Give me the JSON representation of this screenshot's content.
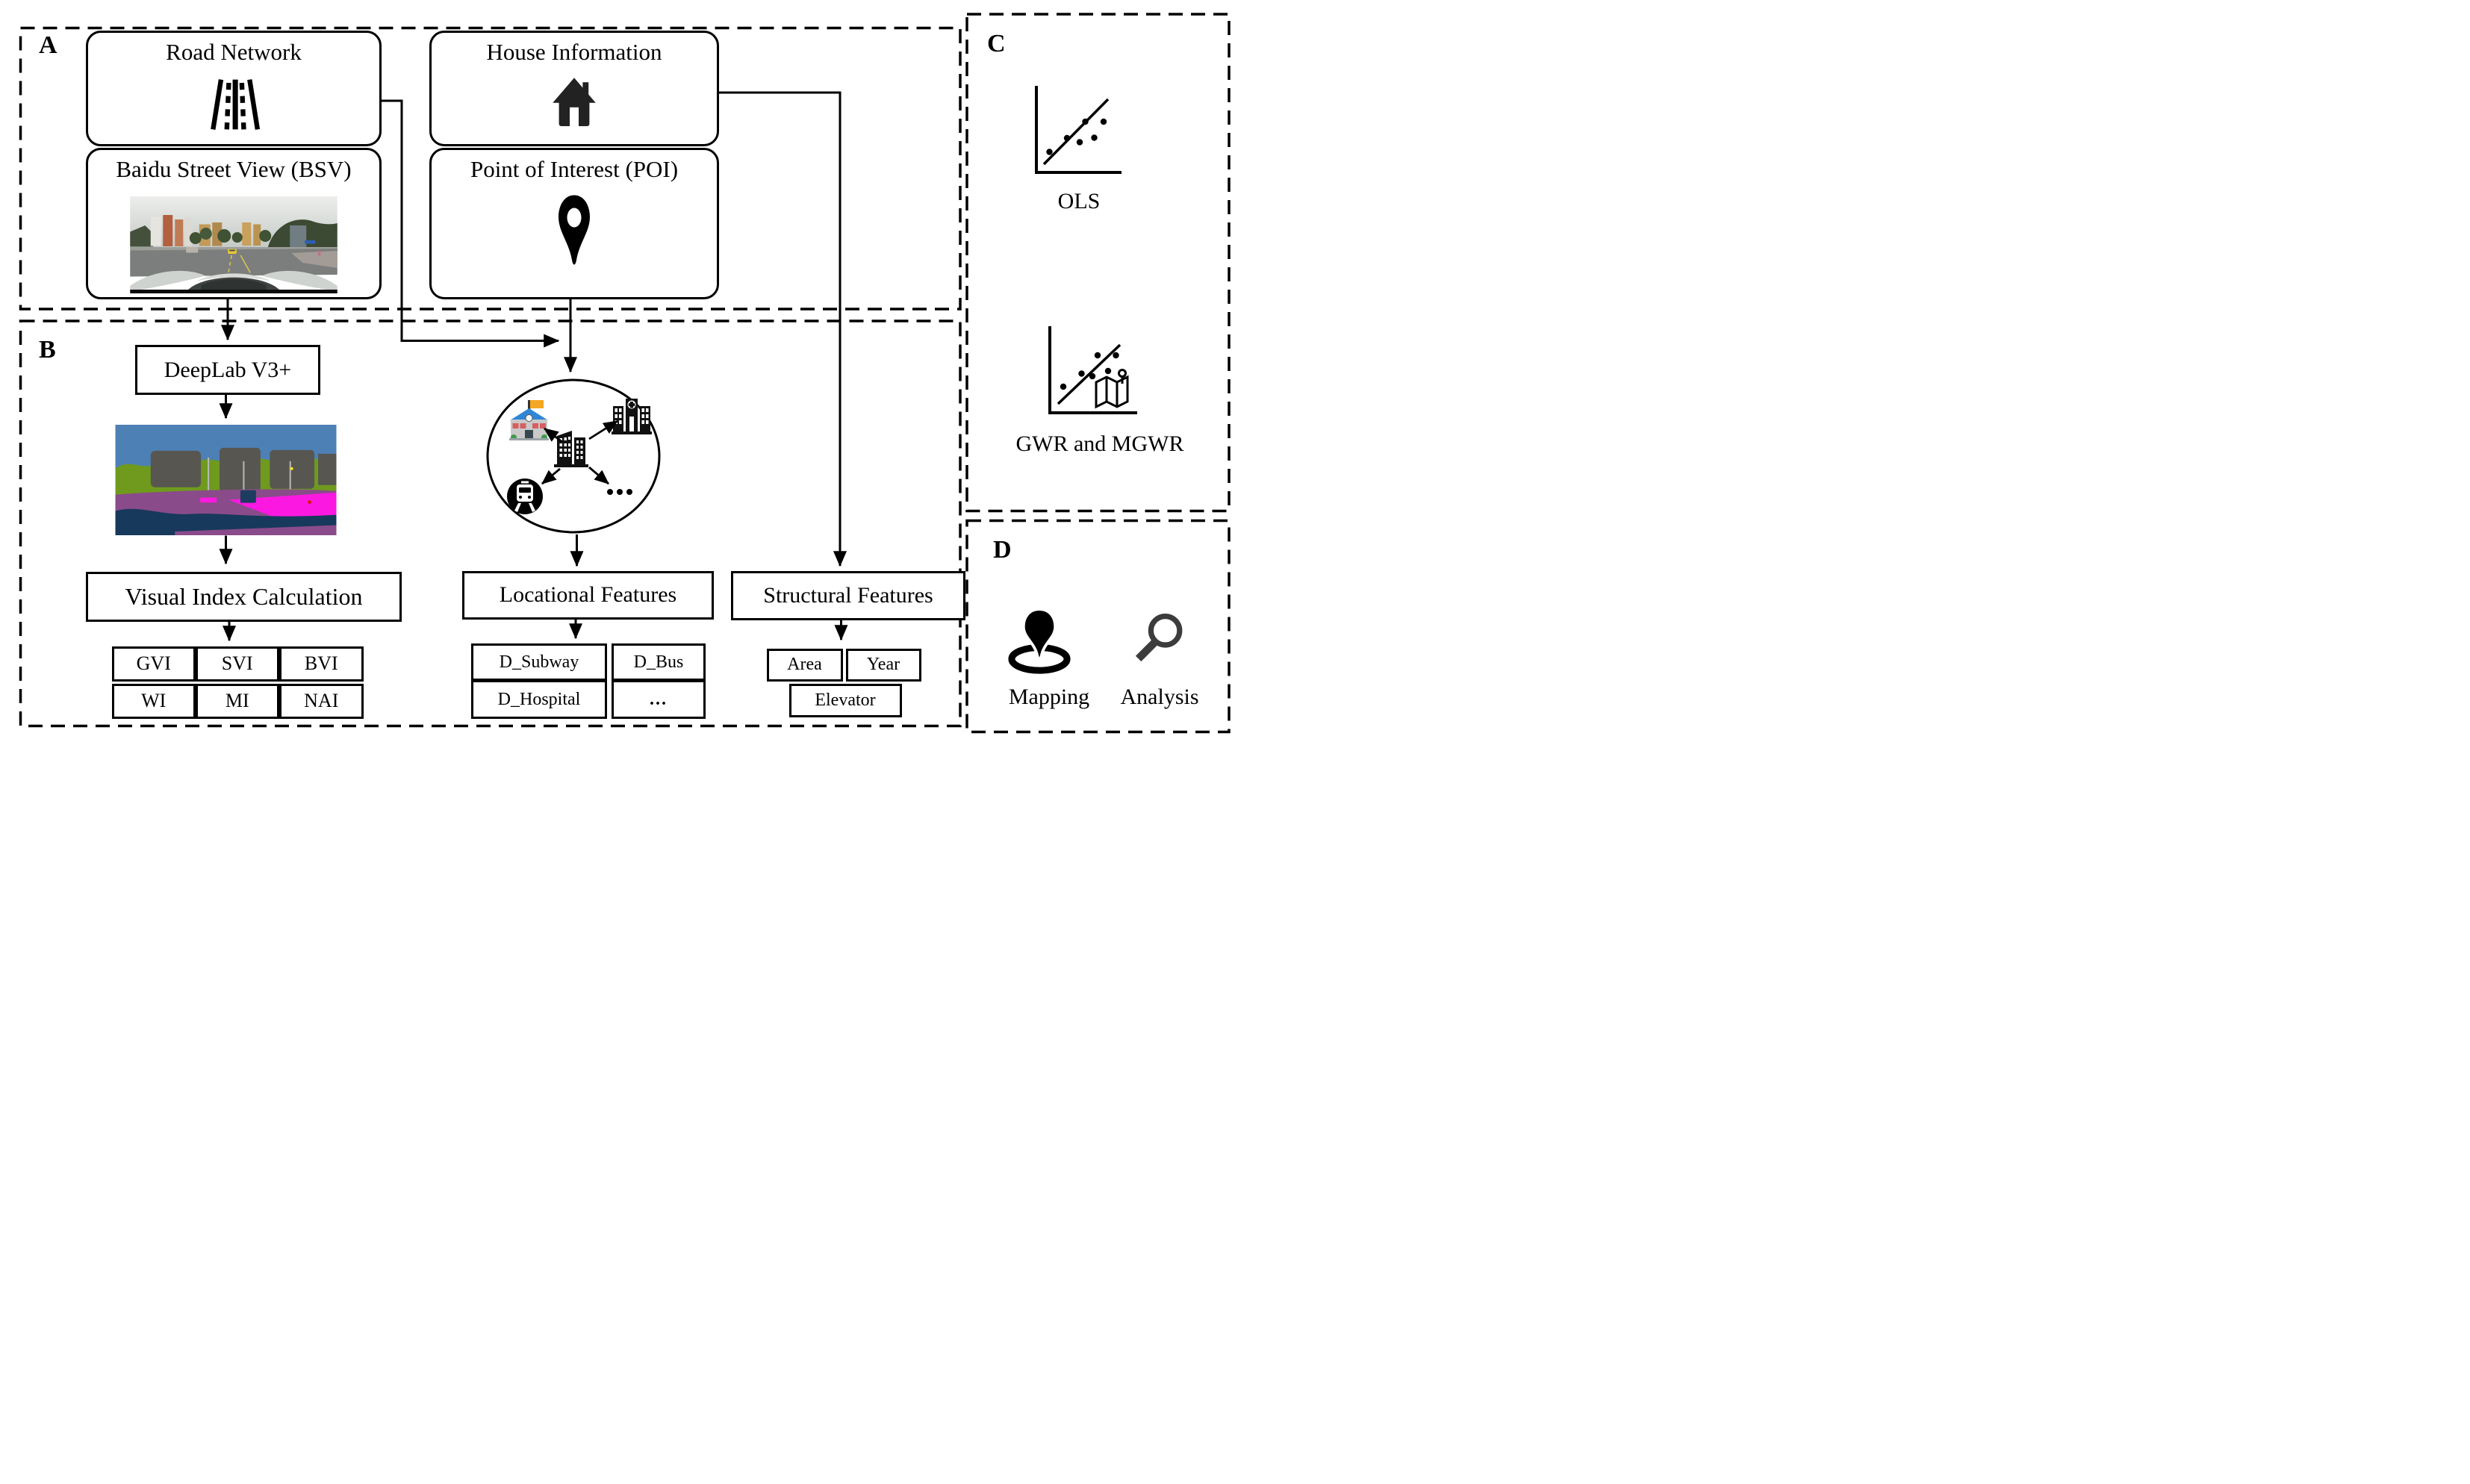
{
  "panels": {
    "a": {
      "label": "A"
    },
    "b": {
      "label": "B"
    },
    "c": {
      "label": "C"
    },
    "d": {
      "label": "D"
    }
  },
  "panel_a": {
    "road_network": {
      "title": "Road Network",
      "icon": "road-icon"
    },
    "house_information": {
      "title": "House Information",
      "icon": "house-icon"
    },
    "bsv": {
      "title": "Baidu Street View (BSV)",
      "icon": "street-view-panorama"
    },
    "poi": {
      "title": "Point of Interest (POI)",
      "icon": "map-pin-icon"
    }
  },
  "panel_b": {
    "deeplab": {
      "title": "DeepLab V3+"
    },
    "segmentation": {
      "icon": "segmentation-image"
    },
    "visual_index": {
      "title": "Visual Index Calculation"
    },
    "indices": [
      "GVI",
      "SVI",
      "BVI",
      "WI",
      "MI",
      "NAI"
    ],
    "poi_circle": {
      "ellipsis": "...",
      "icons": [
        "school-icon",
        "hospital-icon",
        "buildings-icon",
        "train-icon",
        "ellipsis-dots"
      ]
    },
    "locational": {
      "title": "Locational Features",
      "items": [
        "D_Subway",
        "D_Bus",
        "D_Hospital",
        "..."
      ]
    },
    "structural": {
      "title": "Structural Features",
      "items": [
        "Area",
        "Year",
        "Elevator"
      ]
    }
  },
  "panel_c": {
    "ols": {
      "label": "OLS",
      "dots": [
        [
          25.5,
          95.5
        ],
        [
          49,
          77
        ],
        [
          66,
          82.5
        ],
        [
          73.5,
          55
        ],
        [
          85.5,
          76.5
        ],
        [
          98,
          55
        ]
      ],
      "line": [
        18,
        112,
        104,
        25
      ]
    },
    "gwr": {
      "label": "GWR and MGWR",
      "dots": [
        [
          24,
          88
        ],
        [
          48.5,
          70.5
        ],
        [
          63,
          74
        ],
        [
          70,
          46
        ],
        [
          84,
          67
        ],
        [
          94.5,
          46
        ]
      ],
      "line": [
        17,
        111,
        100,
        32
      ]
    }
  },
  "panel_d": {
    "mapping": {
      "label": "Mapping",
      "icon": "map-marker-icon"
    },
    "analysis": {
      "label": "Analysis",
      "icon": "magnifier-icon"
    }
  },
  "colors": {
    "ink": "#000000",
    "magnifier": "#3c3c3c",
    "seg_sky": "#4d80b4",
    "seg_tree": "#6f9a1e",
    "seg_building": "#575650",
    "seg_road": "#8a4b8a",
    "seg_sidewalk": "#fb19e1",
    "seg_bottom": "#17395c",
    "bsv_sky": "#dfe2df",
    "bsv_road": "#7c7e7d",
    "bsv_taxi": "#e8c832"
  }
}
